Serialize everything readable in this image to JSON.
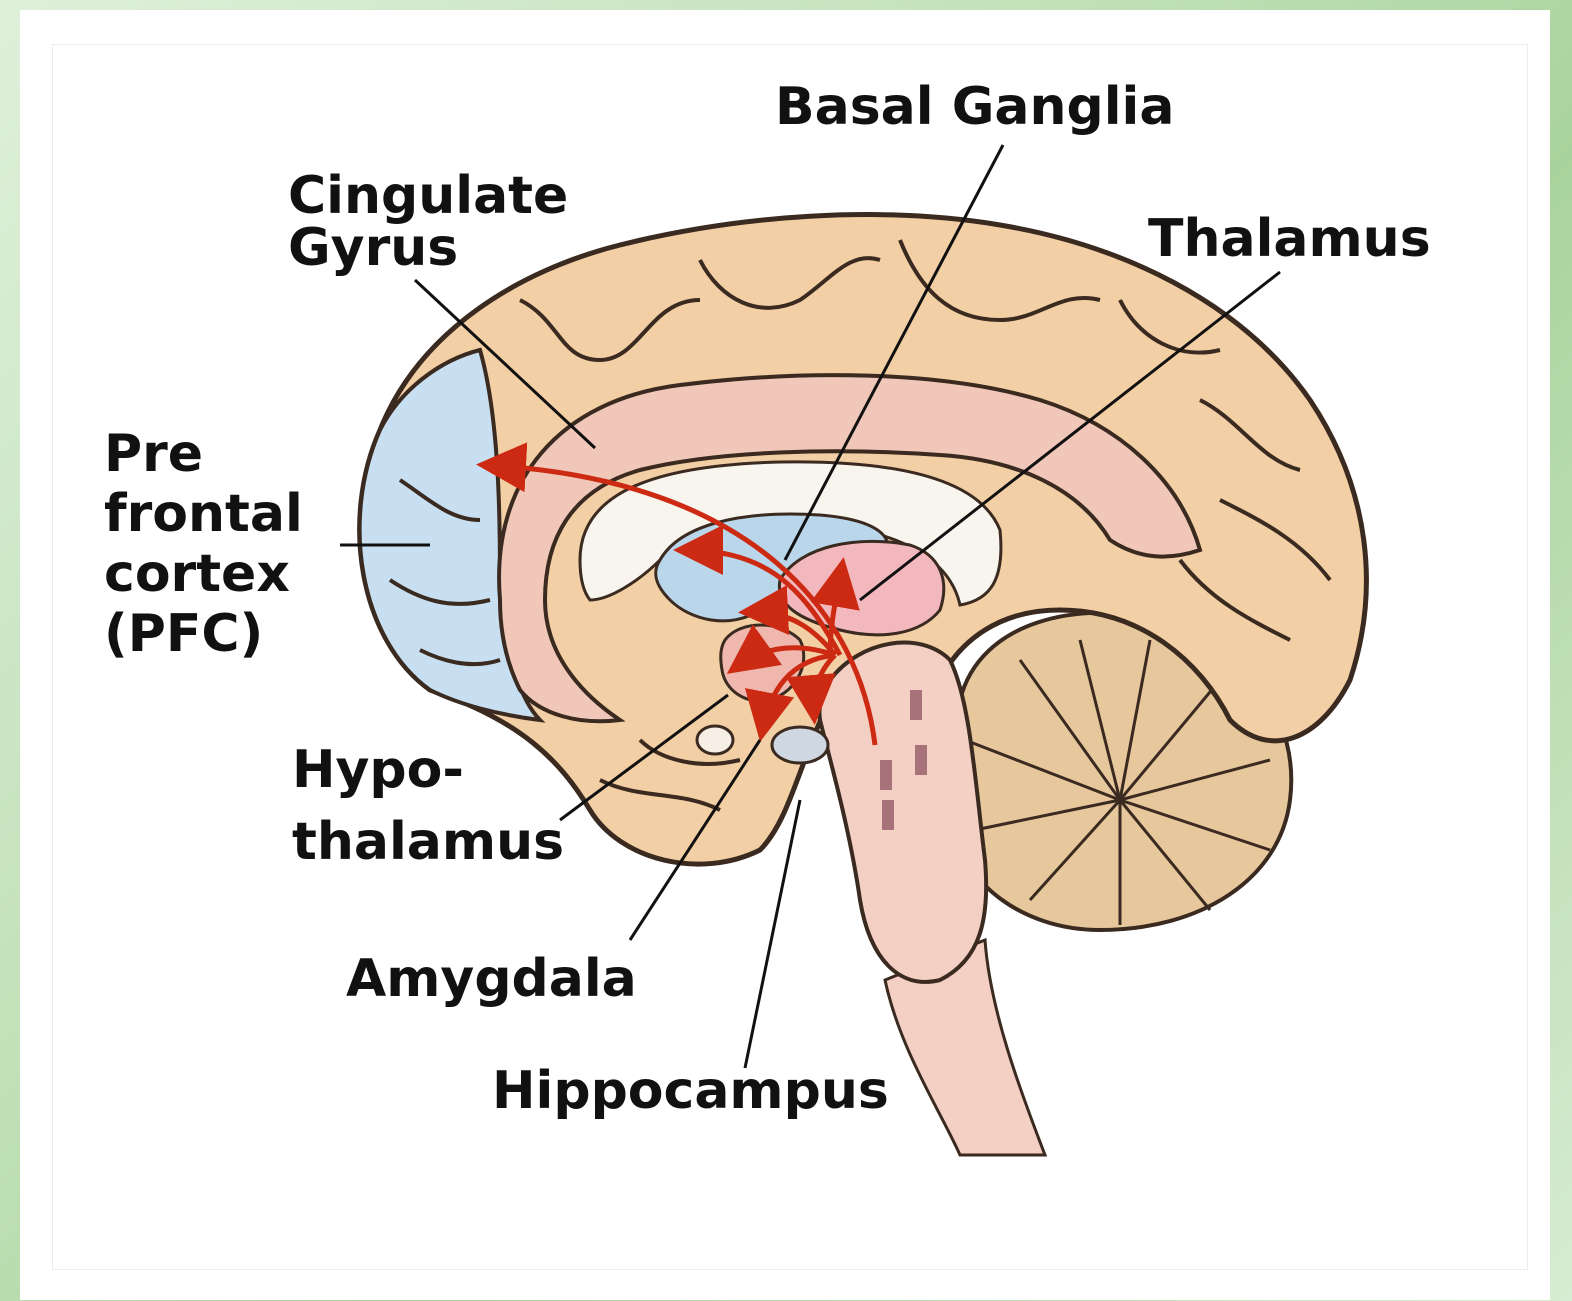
{
  "colors": {
    "brain": "#f3cfa5",
    "brain_outline": "#3a2a20",
    "pfc": "#c7dff0",
    "limbic": "#f0c7b9",
    "thalamus": "#f2b8bd",
    "basal_ganglia": "#b9d6ea",
    "cerebellum": "#e7c79c",
    "brainstem": "#f4cfc3",
    "arrows": "#cc2a12",
    "leader_lines": "#111111"
  },
  "labels": {
    "basal_ganglia": "Basal Ganglia",
    "cingulate_gyrus_line1": "Cingulate",
    "cingulate_gyrus_line2": "Gyrus",
    "thalamus": "Thalamus",
    "pfc_line1": "Pre",
    "pfc_line2": "frontal",
    "pfc_line3": "cortex",
    "pfc_line4": "(PFC)",
    "hypothalamus_line1": "Hypo-",
    "hypothalamus_line2": "thalamus",
    "amygdala": "Amygdala",
    "hippocampus": "Hippocampus"
  }
}
